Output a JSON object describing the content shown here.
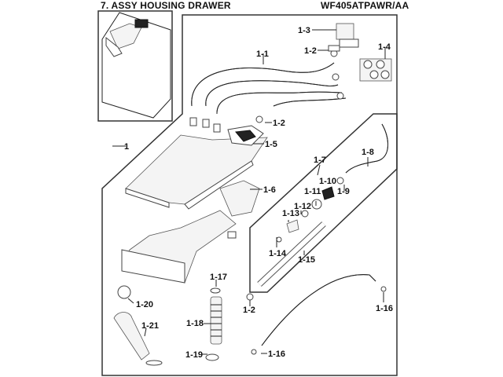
{
  "header": {
    "title": "7. ASSY HOUSING DRAWER",
    "model": "WF405ATPAWR/AA"
  },
  "thumbnail": {
    "description": "overview-thumbnail"
  },
  "callouts": [
    {
      "id": "c-1",
      "label": "1"
    },
    {
      "id": "c-1-1",
      "label": "1-1"
    },
    {
      "id": "c-1-2a",
      "label": "1-2"
    },
    {
      "id": "c-1-2b",
      "label": "1-2"
    },
    {
      "id": "c-1-2c",
      "label": "1-2"
    },
    {
      "id": "c-1-3",
      "label": "1-3"
    },
    {
      "id": "c-1-4",
      "label": "1-4"
    },
    {
      "id": "c-1-5",
      "label": "1-5"
    },
    {
      "id": "c-1-6",
      "label": "1-6"
    },
    {
      "id": "c-1-7",
      "label": "1-7"
    },
    {
      "id": "c-1-8",
      "label": "1-8"
    },
    {
      "id": "c-1-9",
      "label": "1-9"
    },
    {
      "id": "c-1-10",
      "label": "1-10"
    },
    {
      "id": "c-1-11",
      "label": "1-11"
    },
    {
      "id": "c-1-12",
      "label": "1-12"
    },
    {
      "id": "c-1-13",
      "label": "1-13"
    },
    {
      "id": "c-1-14",
      "label": "1-14"
    },
    {
      "id": "c-1-15",
      "label": "1-15"
    },
    {
      "id": "c-1-16a",
      "label": "1-16"
    },
    {
      "id": "c-1-16b",
      "label": "1-16"
    },
    {
      "id": "c-1-17",
      "label": "1-17"
    },
    {
      "id": "c-1-18",
      "label": "1-18"
    },
    {
      "id": "c-1-19",
      "label": "1-19"
    },
    {
      "id": "c-1-20",
      "label": "1-20"
    },
    {
      "id": "c-1-21",
      "label": "1-21"
    }
  ]
}
